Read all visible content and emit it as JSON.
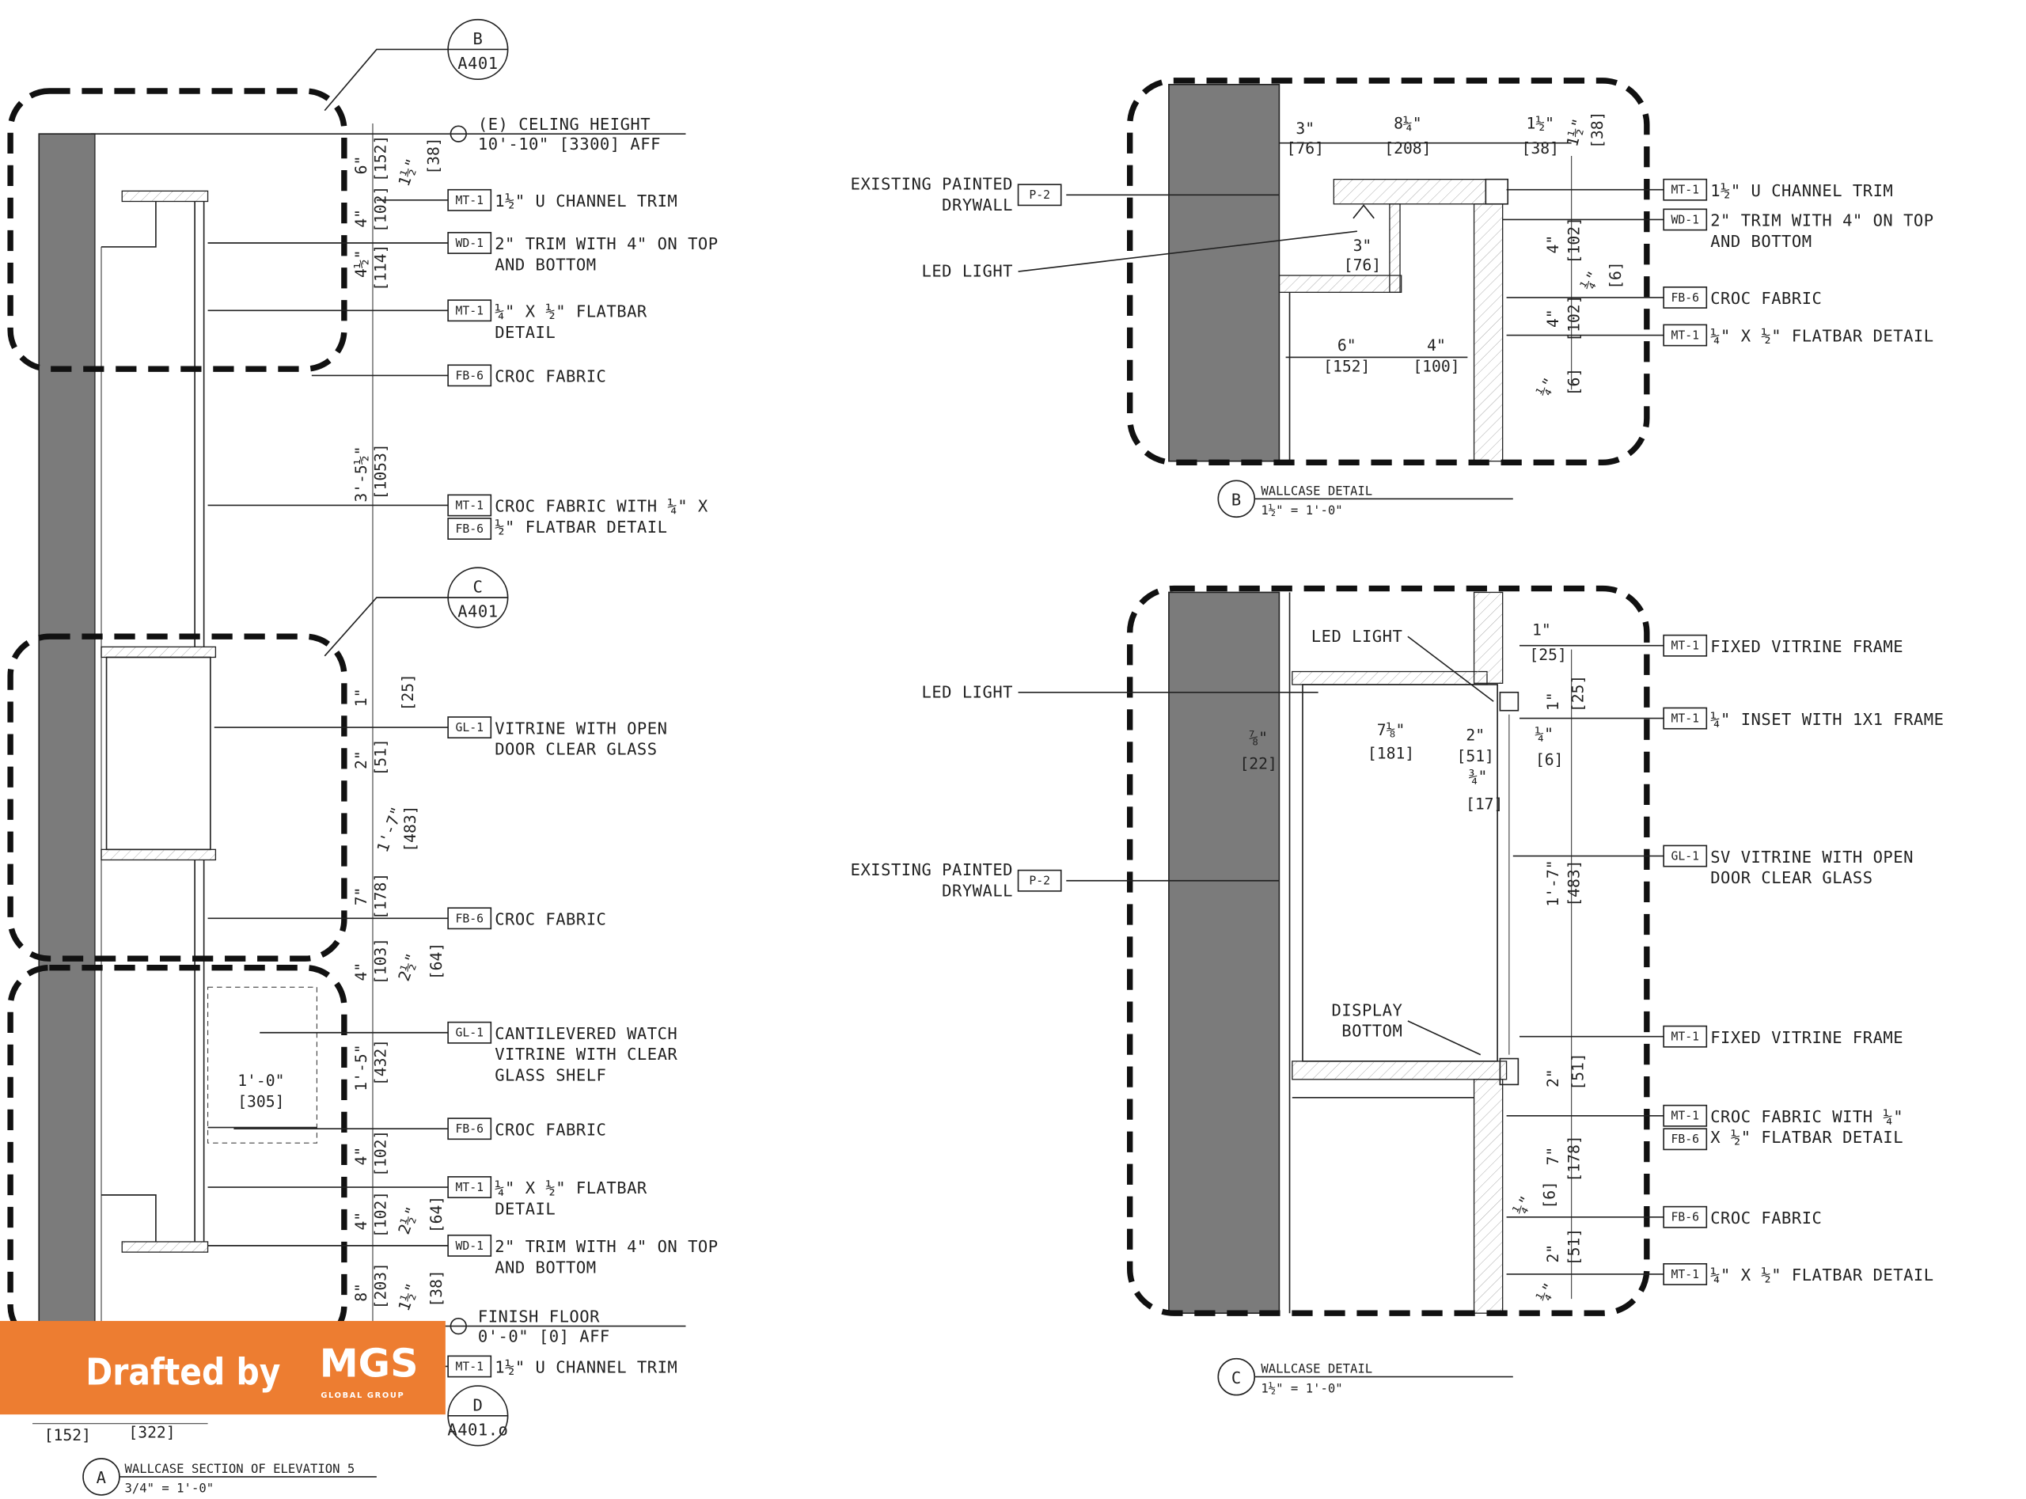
{
  "section_a": {
    "ref_b": {
      "letter": "B",
      "sheet": "A401"
    },
    "ref_c": {
      "letter": "C",
      "sheet": "A401"
    },
    "ref_d": {
      "letter": "D",
      "sheet": "A401.o"
    },
    "ceiling": {
      "line1": "(E) CELING HEIGHT",
      "line2": "10'-10\" [3300] AFF"
    },
    "floor": {
      "line1": "FINISH FLOOR",
      "line2": "0'-0\" [0] AFF"
    },
    "title": {
      "letter": "A",
      "name": "WALLCASE SECTION OF ELEVATION 5",
      "scale": "3/4\" = 1'-0\""
    },
    "callouts": [
      {
        "tags": [
          "MT-1"
        ],
        "lines": [
          "1½\" U CHANNEL TRIM"
        ]
      },
      {
        "tags": [
          "WD-1"
        ],
        "lines": [
          "2\" TRIM WITH 4\" ON TOP",
          "AND BOTTOM"
        ]
      },
      {
        "tags": [
          "MT-1"
        ],
        "lines": [
          "¼\" X ½\" FLATBAR",
          "DETAIL"
        ]
      },
      {
        "tags": [
          "FB-6"
        ],
        "lines": [
          "CROC FABRIC"
        ]
      },
      {
        "tags": [
          "MT-1",
          "FB-6"
        ],
        "lines": [
          "CROC FABRIC WITH ¼\" X",
          "½\" FLATBAR DETAIL"
        ]
      },
      {
        "tags": [
          "GL-1"
        ],
        "lines": [
          "VITRINE WITH OPEN",
          "DOOR CLEAR GLASS"
        ]
      },
      {
        "tags": [
          "FB-6"
        ],
        "lines": [
          "CROC FABRIC"
        ]
      },
      {
        "tags": [
          "GL-1"
        ],
        "lines": [
          "CANTILEVERED WATCH",
          "VITRINE WITH CLEAR",
          "GLASS SHELF"
        ]
      },
      {
        "tags": [
          "FB-6"
        ],
        "lines": [
          "CROC FABRIC"
        ]
      },
      {
        "tags": [
          "MT-1"
        ],
        "lines": [
          "¼\" X ½\" FLATBAR",
          "DETAIL"
        ]
      },
      {
        "tags": [
          "WD-1"
        ],
        "lines": [
          "2\" TRIM WITH 4\" ON TOP",
          "AND BOTTOM"
        ]
      },
      {
        "tags": [
          "MT-1"
        ],
        "lines": [
          "1½\" U CHANNEL TRIM"
        ]
      }
    ],
    "dims": [
      "6\"",
      "[152]",
      "1½\"",
      "[38]",
      "4\"",
      "[102]",
      "4½\"",
      "[114]",
      "3'-5½\"",
      "[1053]",
      "1\"",
      "[25]",
      "1'-7\"",
      "[483]",
      "2\"",
      "[51]",
      "7\"",
      "[178]",
      "4\"",
      "[103]",
      "2½\"",
      "[64]",
      "1'-5\"",
      "[432]",
      "4\"",
      "[102]",
      "4\"",
      "[102]",
      "2½\"",
      "[64]",
      "8\"",
      "[203]",
      "1½\"",
      "[38]",
      "1'-0\"",
      "[305]",
      "[152]",
      "[322]"
    ]
  },
  "detail_b": {
    "title": {
      "letter": "B",
      "name": "WALLCASE DETAIL",
      "scale": "1½\" = 1'-0\""
    },
    "left_labels": [
      {
        "lines": [
          "EXISTING PAINTED",
          "DRYWALL"
        ],
        "tag": "P-2"
      },
      {
        "lines": [
          "LED LIGHT"
        ],
        "tag": ""
      }
    ],
    "callouts": [
      {
        "tags": [
          "MT-1"
        ],
        "lines": [
          "1½\" U CHANNEL TRIM"
        ]
      },
      {
        "tags": [
          "WD-1"
        ],
        "lines": [
          "2\" TRIM WITH 4\" ON TOP",
          "AND BOTTOM"
        ]
      },
      {
        "tags": [
          "FB-6"
        ],
        "lines": [
          "CROC FABRIC"
        ]
      },
      {
        "tags": [
          "MT-1"
        ],
        "lines": [
          "¼\" X ½\" FLATBAR DETAIL"
        ]
      }
    ],
    "dims": [
      "3\"",
      "[76]",
      "8¼\"",
      "[208]",
      "1½\"",
      "[38]",
      "1½\"",
      "[38]",
      "3\"",
      "[76]",
      "6\"",
      "[152]",
      "4\"",
      "[100]",
      "4\"",
      "[102]",
      "¼\"",
      "[6]",
      "4\"",
      "[102]",
      "¼\"",
      "[6]"
    ]
  },
  "detail_c": {
    "title": {
      "letter": "C",
      "name": "WALLCASE DETAIL",
      "scale": "1½\" = 1'-0\""
    },
    "left_labels": [
      {
        "lines": [
          "LED LIGHT"
        ],
        "tag": ""
      },
      {
        "lines": [
          "LED LIGHT"
        ],
        "tag": ""
      },
      {
        "lines": [
          "EXISTING PAINTED",
          "DRYWALL"
        ],
        "tag": "P-2"
      },
      {
        "lines": [
          "DISPLAY",
          "BOTTOM"
        ],
        "tag": ""
      }
    ],
    "callouts": [
      {
        "tags": [
          "MT-1"
        ],
        "lines": [
          "FIXED VITRINE FRAME"
        ]
      },
      {
        "tags": [
          "MT-1"
        ],
        "lines": [
          "¼\" INSET WITH 1X1 FRAME"
        ]
      },
      {
        "tags": [
          "GL-1"
        ],
        "lines": [
          "SV VITRINE WITH OPEN",
          "DOOR CLEAR GLASS"
        ]
      },
      {
        "tags": [
          "MT-1"
        ],
        "lines": [
          "FIXED VITRINE FRAME"
        ]
      },
      {
        "tags": [
          "MT-1",
          "FB-6"
        ],
        "lines": [
          "CROC FABRIC WITH ¼\"",
          "X ½\" FLATBAR DETAIL"
        ]
      },
      {
        "tags": [
          "FB-6"
        ],
        "lines": [
          "CROC FABRIC"
        ]
      },
      {
        "tags": [
          "MT-1"
        ],
        "lines": [
          "¼\" X ½\" FLATBAR DETAIL"
        ]
      }
    ],
    "dims": [
      "1\"",
      "[25]",
      "1\"",
      "[25]",
      "⅞\"",
      "[22]",
      "7⅛\"",
      "[181]",
      "2\"",
      "[51]",
      "¾\"",
      "[17]",
      "¼\"",
      "[6]",
      "1'-7\"",
      "[483]",
      "2\"",
      "[51]",
      "7\"",
      "[178]",
      "¼\"",
      "[6]",
      "2\"",
      "[51]",
      "¼\"",
      "[6]"
    ]
  },
  "watermark": {
    "prefix": "Drafted by",
    "brand": "MGS",
    "sub": "GLOBAL GROUP",
    "color": "#ED7D31"
  }
}
